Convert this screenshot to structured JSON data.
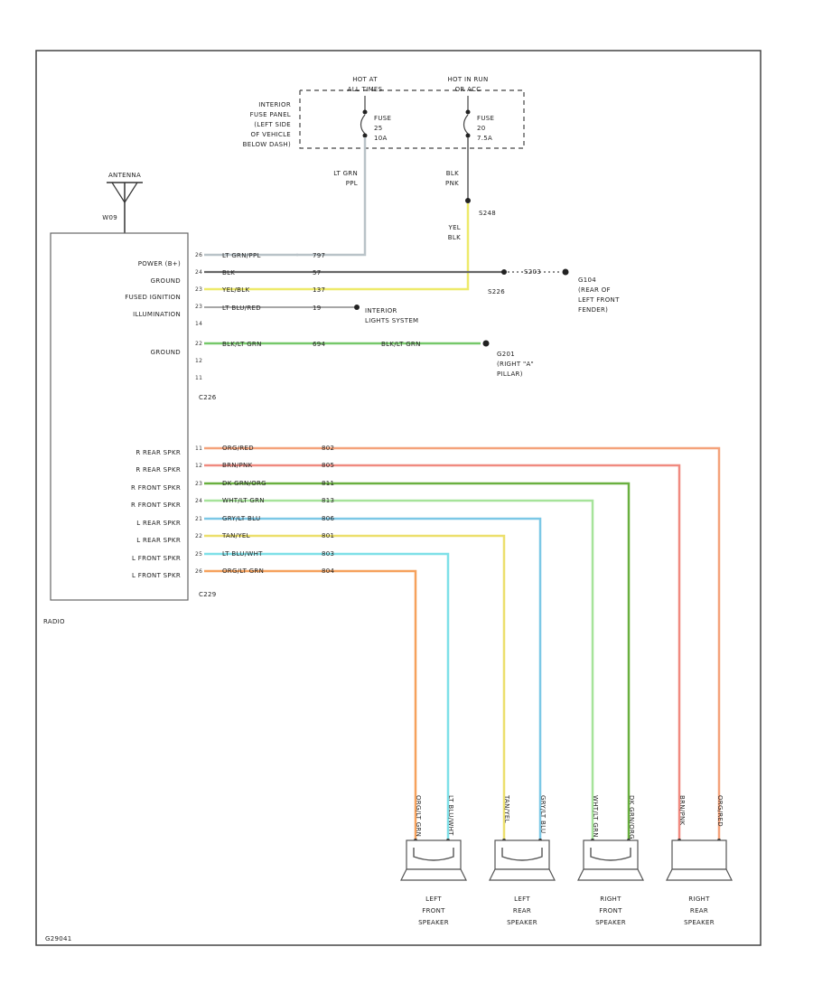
{
  "antenna": {
    "label": "ANTENNA",
    "code": "W09"
  },
  "radio": {
    "name": "RADIO",
    "connector_top": "C226",
    "connector_bottom": "C229",
    "left_labels": [
      "POWER (B+)",
      "GROUND",
      "FUSED IGNITION",
      "ILLUMINATION"
    ],
    "ground2_label": "GROUND",
    "spkr_labels": [
      "R REAR SPKR",
      "R REAR SPKR",
      "R FRONT SPKR",
      "R FRONT SPKR",
      "L REAR SPKR",
      "L REAR SPKR",
      "L FRONT SPKR",
      "L FRONT SPKR"
    ]
  },
  "fuse_panel": {
    "label_lines": [
      "INTERIOR",
      "FUSE PANEL",
      "(LEFT SIDE",
      "OF VEHICLE",
      "BELOW DASH)"
    ],
    "hot1_lines": [
      "HOT AT",
      "ALL TIMES"
    ],
    "hot2_lines": [
      "HOT IN RUN",
      "OR ACC"
    ],
    "fuse1_lines": [
      "FUSE",
      "25",
      "10A"
    ],
    "fuse2_lines": [
      "FUSE",
      "20",
      "7.5A"
    ]
  },
  "wires_top": {
    "lt_grn_lines": [
      "LT GRN",
      "PPL"
    ],
    "blk_pnk_lines": [
      "BLK",
      "PNK"
    ],
    "yel_blk_lines": [
      "YEL",
      "BLK"
    ],
    "splice_s248": "S248"
  },
  "pins_top": [
    "26",
    "24",
    "23",
    "23",
    "14",
    "22",
    "12",
    "11"
  ],
  "power_rows": [
    {
      "color_label": "LT GRN/PPL",
      "circuit": "797"
    },
    {
      "color_label": "BLK",
      "circuit": "57"
    },
    {
      "color_label": "YEL/BLK",
      "circuit": "137"
    },
    {
      "color_label": "LT BLU/RED",
      "circuit": "19"
    },
    {
      "color_label": "BLK/LT GRN",
      "circuit": "694",
      "color_label2": "BLK/LT GRN"
    }
  ],
  "splice_s226": "S226",
  "ground_right": {
    "code": "G104",
    "lines": [
      "(REAR OF",
      "LEFT FRONT",
      "FENDER)"
    ]
  },
  "ground_right_small": "S203",
  "illumination_dest_lines": [
    "INTERIOR",
    "LIGHTS SYSTEM"
  ],
  "ground_a_pillar": {
    "code": "G201",
    "lines": [
      "(RIGHT \"A\"",
      "PILLAR)"
    ]
  },
  "spk_pins": [
    "11",
    "12",
    "23",
    "24",
    "21",
    "22",
    "25",
    "26"
  ],
  "speaker_wires": [
    {
      "color_label": "ORG/RED",
      "circuit": "802",
      "color": "#f4a27a"
    },
    {
      "color_label": "BRN/PNK",
      "circuit": "805",
      "color": "#f08a80"
    },
    {
      "color_label": "DK GRN/ORG",
      "circuit": "811",
      "color": "#6ab040"
    },
    {
      "color_label": "WHT/LT GRN",
      "circuit": "813",
      "color": "#a6e39a"
    },
    {
      "color_label": "GRY/LT BLU",
      "circuit": "806",
      "color": "#7cc8e6"
    },
    {
      "color_label": "TAN/YEL",
      "circuit": "801",
      "color": "#ecdf6c"
    },
    {
      "color_label": "LT BLU/WHT",
      "circuit": "803",
      "color": "#7ee0e8"
    },
    {
      "color_label": "ORG/LT GRN",
      "circuit": "804",
      "color": "#f6a15c"
    }
  ],
  "speakers": [
    {
      "lines": [
        "LEFT",
        "FRONT",
        "SPEAKER"
      ],
      "wire_labels": [
        "ORG/LT GRN",
        "LT BLU/WHT"
      ]
    },
    {
      "lines": [
        "LEFT",
        "REAR",
        "SPEAKER"
      ],
      "wire_labels": [
        "TAN/YEL",
        "GRY/LT BLU"
      ]
    },
    {
      "lines": [
        "RIGHT",
        "FRONT",
        "SPEAKER"
      ],
      "wire_labels": [
        "WHT/LT GRN",
        "DK GRN/ORG"
      ]
    },
    {
      "lines": [
        "RIGHT",
        "REAR",
        "SPEAKER"
      ],
      "wire_labels": [
        "BRN/PNK",
        "ORG/RED"
      ]
    }
  ],
  "footer_code": "G29041",
  "colors": {
    "border": "#444444",
    "wire_lt_grn_ppl": "#b9c3c8",
    "wire_blk": "#666666",
    "wire_yel": "#eeea6a",
    "wire_blk_lt_grn": "#76c86a",
    "wire_lt_blu_red": "#888888"
  }
}
